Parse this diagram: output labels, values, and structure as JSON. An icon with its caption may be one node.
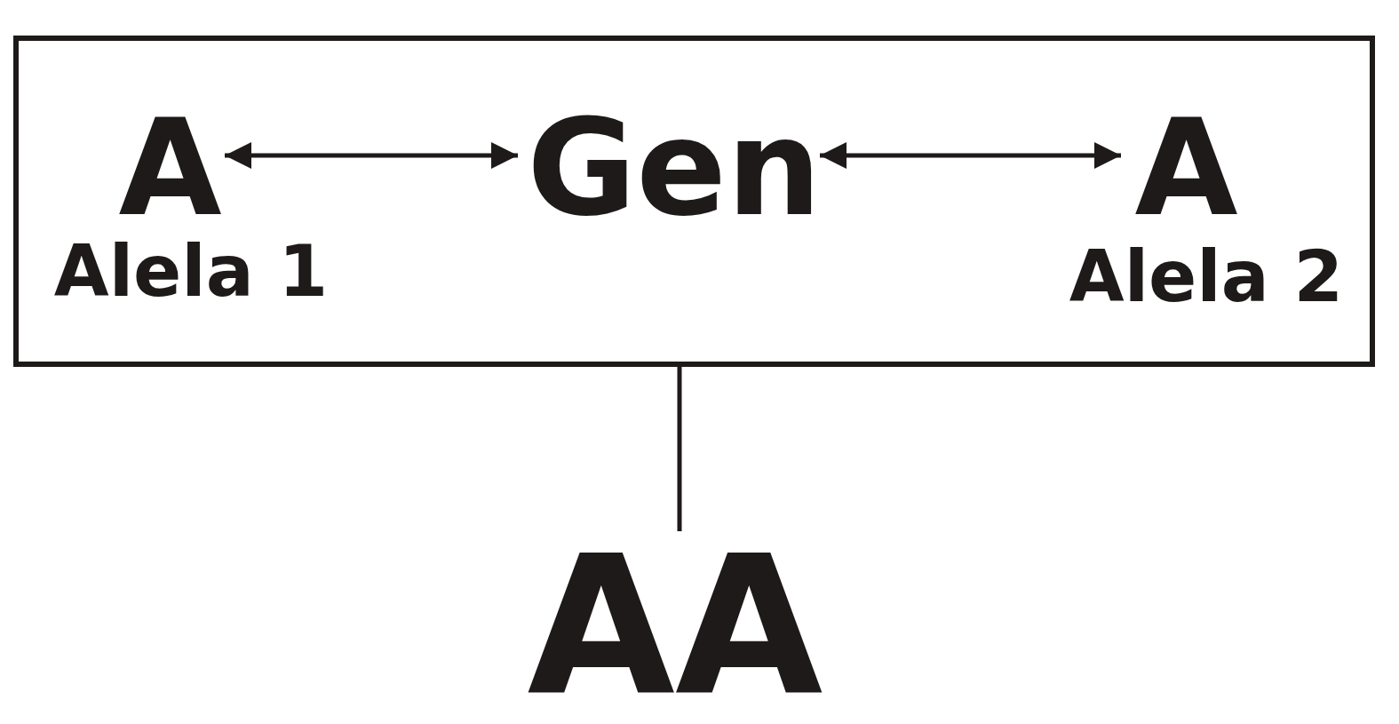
{
  "diagram": {
    "nodes": [
      {
        "text": [],
        "shape": "box"
      },
      {
        "text": [
          "A"
        ],
        "in": 0,
        "beside": [
          "Alela 1"
        ]
      },
      {
        "text": [
          "Gen"
        ],
        "in": 0
      },
      {
        "text": [
          "A"
        ],
        "in": 0,
        "beside": [
          "Alela 2"
        ]
      },
      {
        "text": [
          "AA"
        ]
      }
    ],
    "edges": [
      {
        "from": 1,
        "to": 2,
        "arrow": "both"
      },
      {
        "from": 2,
        "to": 3,
        "arrow": "both"
      },
      {
        "from": 0,
        "to": 4,
        "arrow": "none"
      }
    ]
  }
}
